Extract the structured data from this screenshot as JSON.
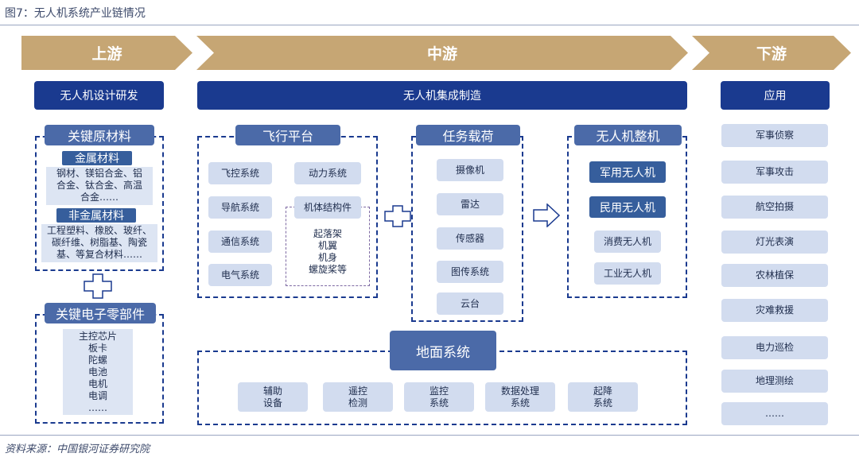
{
  "title": "图7：无人机系统产业链情况",
  "source": "资料来源：中国银河证券研究院",
  "stages": {
    "upstream": "上游",
    "midstream": "中游",
    "downstream": "下游"
  },
  "top_bars": {
    "upstream": "无人机设计研发",
    "midstream": "无人机集成制造",
    "downstream": "应用"
  },
  "upstream": {
    "key_materials": "关键原材料",
    "metal_header": "金属材料",
    "metal_lines": [
      "钢材、镁铝合金、铝",
      "合金、钛合金、高温",
      "合金……"
    ],
    "nonmetal_header": "非金属材料",
    "nonmetal_lines": [
      "工程塑料、橡胶、玻纤、",
      "碳纤维、树脂基、陶瓷",
      "基、等复合材料……"
    ],
    "electronics_header": "关键电子零部件",
    "electronics_items": [
      "主控芯片",
      "板卡",
      "陀螺",
      "电池",
      "电机",
      "电调",
      "……"
    ]
  },
  "flight_platform": {
    "header": "飞行平台",
    "left_items": [
      "飞控系统",
      "导航系统",
      "通信系统",
      "电气系统"
    ],
    "power": "动力系统",
    "structure_header": "机体结构件",
    "structure_lines": [
      "起落架",
      "机翼",
      "机身",
      "螺旋桨等"
    ]
  },
  "payload": {
    "header": "任务载荷",
    "items": [
      "摄像机",
      "雷达",
      "传感器",
      "图传系统",
      "云台"
    ]
  },
  "complete_uav": {
    "header": "无人机整机",
    "dark_items": [
      "军用无人机",
      "民用无人机"
    ],
    "light_items": [
      "消费无人机",
      "工业无人机"
    ]
  },
  "ground": {
    "header": "地面系统",
    "items": [
      [
        "辅助",
        "设备"
      ],
      [
        "遥控",
        "检测"
      ],
      [
        "监控",
        "系统"
      ],
      [
        "数据处理",
        "系统"
      ],
      [
        "起降",
        "系统"
      ]
    ]
  },
  "applications": [
    "军事侦察",
    "军事攻击",
    "航空拍摄",
    "灯光表演",
    "农林植保",
    "灾难救援",
    "电力巡检",
    "地理测绘",
    "……"
  ],
  "colors": {
    "gold_arrow": "#c6a674",
    "navy": "#1a3a8f",
    "header_blue": "#4b6aa8",
    "light_box": "#d2dcef"
  }
}
